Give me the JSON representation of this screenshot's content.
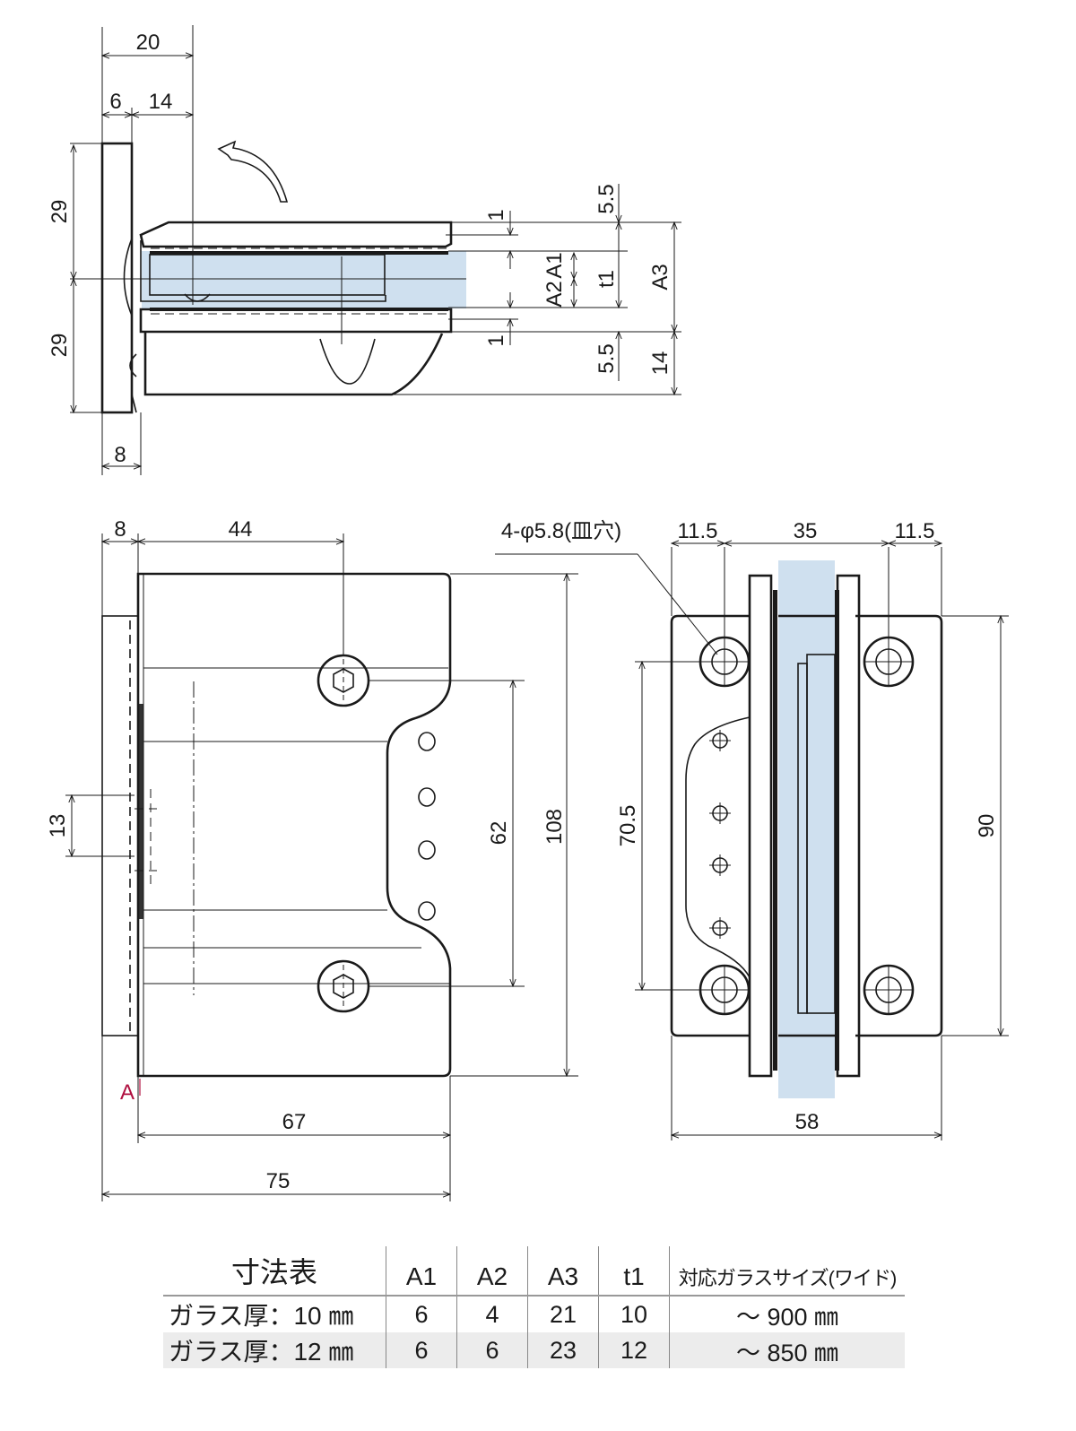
{
  "side_view": {
    "dims": {
      "overall_depth": "20",
      "plate_thickness": "6",
      "clamp_offset": "14",
      "upper_height": "29",
      "lower_height": "29",
      "base_offset": "8",
      "gap_top": "1",
      "gap_bottom": "1",
      "cover_top": "5.5",
      "cover_bottom": "5.5",
      "a2_label": "A2",
      "a1_label": "A1",
      "t1_label": "t1",
      "a3_label": "A3",
      "body_bottom": "14"
    },
    "rotation_arrow": "rotation-arrow-icon"
  },
  "front_view": {
    "dims": {
      "plate_width": "8",
      "hole_offset": "44",
      "screw_pitch_small": "13",
      "screw_pitch": "62",
      "overall_height": "108",
      "body_width": "67",
      "overall_width": "75"
    },
    "point_marker": "A"
  },
  "end_view": {
    "dims": {
      "hole_note": "4-φ5.8(皿穴)",
      "edge_left": "11.5",
      "hole_span": "35",
      "edge_right": "11.5",
      "hole_pitch": "70.5",
      "plate_height": "90",
      "plate_width": "58"
    }
  },
  "spec_table": {
    "title": "寸法表",
    "columns": [
      "A1",
      "A2",
      "A3",
      "t1",
      "対応ガラスサイズ(ワイド)"
    ],
    "rows": [
      {
        "label": "ガラス厚：10 ㎜",
        "values": [
          "6",
          "4",
          "21",
          "10",
          "～ 900 ㎜"
        ]
      },
      {
        "label": "ガラス厚：12 ㎜",
        "values": [
          "6",
          "6",
          "23",
          "12",
          "～ 850 ㎜"
        ]
      }
    ]
  }
}
